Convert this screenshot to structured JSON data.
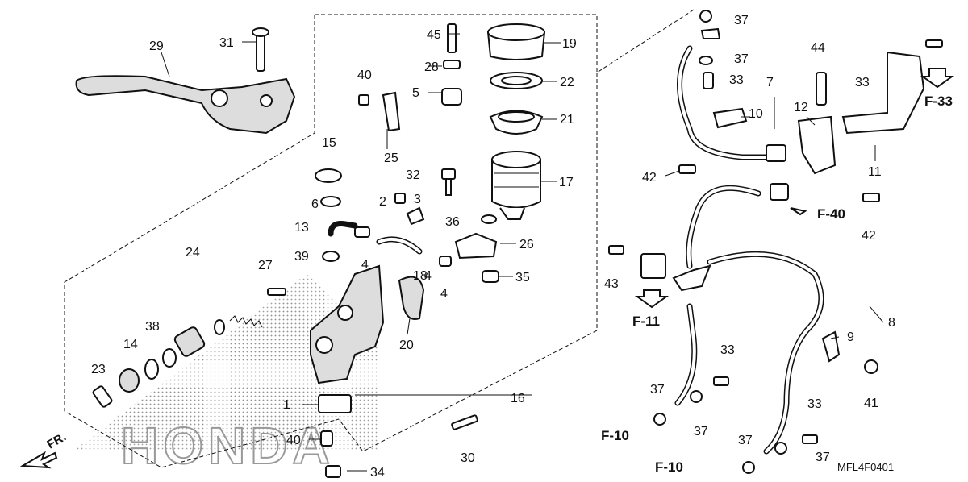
{
  "diagram": {
    "drawing_code": "MFL4F0401",
    "watermark": "HONDA",
    "front_indicator": "FR.",
    "callouts": [
      "1",
      "2",
      "3",
      "4",
      "4",
      "4",
      "5",
      "6",
      "7",
      "8",
      "9",
      "10",
      "11",
      "12",
      "13",
      "14",
      "15",
      "16",
      "17",
      "18",
      "19",
      "20",
      "21",
      "22",
      "23",
      "24",
      "25",
      "26",
      "27",
      "28",
      "29",
      "30",
      "31",
      "32",
      "33",
      "33",
      "33",
      "33",
      "34",
      "35",
      "36",
      "37",
      "37",
      "37",
      "37",
      "37",
      "37",
      "38",
      "39",
      "40",
      "40",
      "41",
      "42",
      "42",
      "43",
      "44",
      "45"
    ],
    "refs": [
      "F-33",
      "F-40",
      "F-11",
      "F-10",
      "F-10"
    ]
  }
}
